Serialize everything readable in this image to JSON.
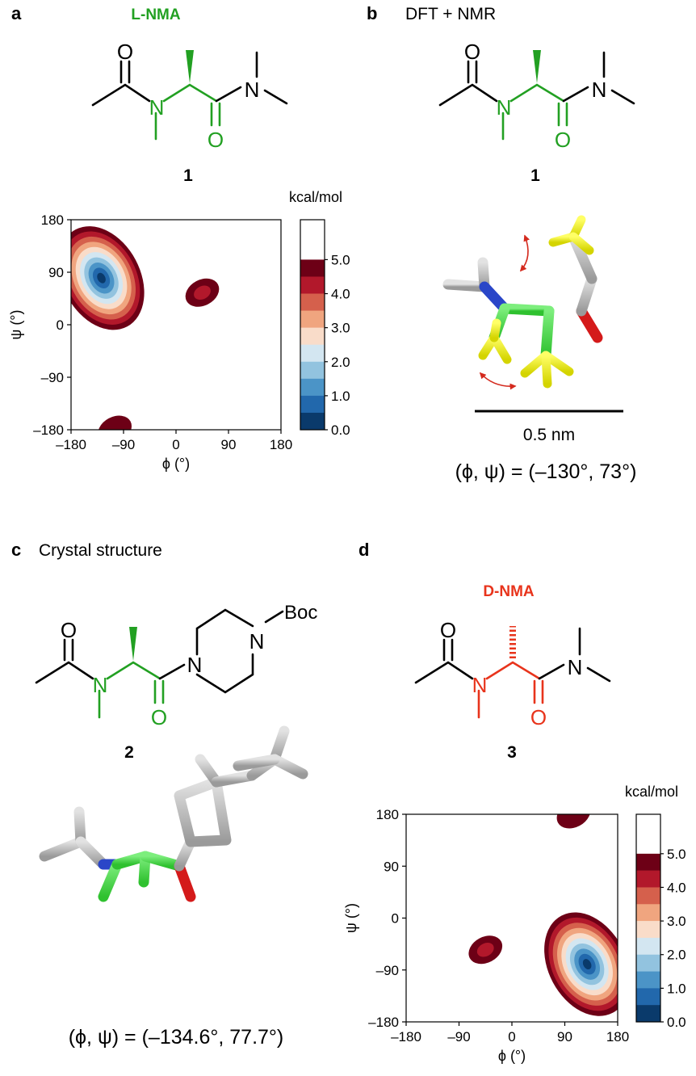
{
  "panels": {
    "a": {
      "letter": "a",
      "title": "L-NMA",
      "title_color": "#22a022",
      "compound": "1"
    },
    "b": {
      "letter": "b",
      "title": "DFT + NMR",
      "compound": "1",
      "scale_label": "0.5 nm",
      "angles": "(ϕ, ψ) = (–130°, 73°)"
    },
    "c": {
      "letter": "c",
      "title": "Crystal structure",
      "compound": "2",
      "boc": "Boc",
      "angles": "(ϕ, ψ) = (–134.6°, 77.7°)"
    },
    "d": {
      "letter": "d",
      "title": "D-NMA",
      "title_color": "#e8341c",
      "compound": "3"
    }
  },
  "atoms": {
    "O": "O",
    "N": "N"
  },
  "colors": {
    "green": "#22a022",
    "red": "#e8341c",
    "dark_blue": "#0b3c6e",
    "dark_red": "#6d0016"
  },
  "colorbar": {
    "unit": "kcal/mol",
    "ticks": [
      "5.0",
      "4.0",
      "3.0",
      "2.0",
      "1.0",
      "0.0"
    ],
    "levels": [
      "#0a3a6b",
      "#2268ac",
      "#4b94c7",
      "#92c3df",
      "#d3e6f1",
      "#f9dcc9",
      "#f0a57f",
      "#d5604c",
      "#b2182b",
      "#6d0016"
    ]
  },
  "chart_data": [
    {
      "type": "heatmap",
      "panel": "a",
      "xlabel": "ϕ (°)",
      "ylabel": "ψ (°)",
      "xlim": [
        -180,
        180
      ],
      "ylim": [
        -180,
        180
      ],
      "xticks": [
        "–180",
        "–90",
        "0",
        "90",
        "180"
      ],
      "yticks": [
        "180",
        "90",
        "0",
        "–90",
        "–180"
      ],
      "minima": [
        {
          "phi": -128,
          "psi": 80,
          "depth": 0.0
        },
        {
          "phi": 45,
          "psi": 55,
          "depth": 4.2
        },
        {
          "phi": -105,
          "psi": -180,
          "depth": 4.5
        }
      ]
    },
    {
      "type": "heatmap",
      "panel": "d",
      "xlabel": "ϕ (°)",
      "ylabel": "ψ (°)",
      "xlim": [
        -180,
        180
      ],
      "ylim": [
        -180,
        180
      ],
      "xticks": [
        "–180",
        "–90",
        "0",
        "90",
        "180"
      ],
      "yticks": [
        "180",
        "90",
        "0",
        "–90",
        "–180"
      ],
      "minima": [
        {
          "phi": 128,
          "psi": -80,
          "depth": 0.0
        },
        {
          "phi": -45,
          "psi": -55,
          "depth": 4.2
        },
        {
          "phi": 105,
          "psi": 180,
          "depth": 4.5
        }
      ]
    }
  ]
}
